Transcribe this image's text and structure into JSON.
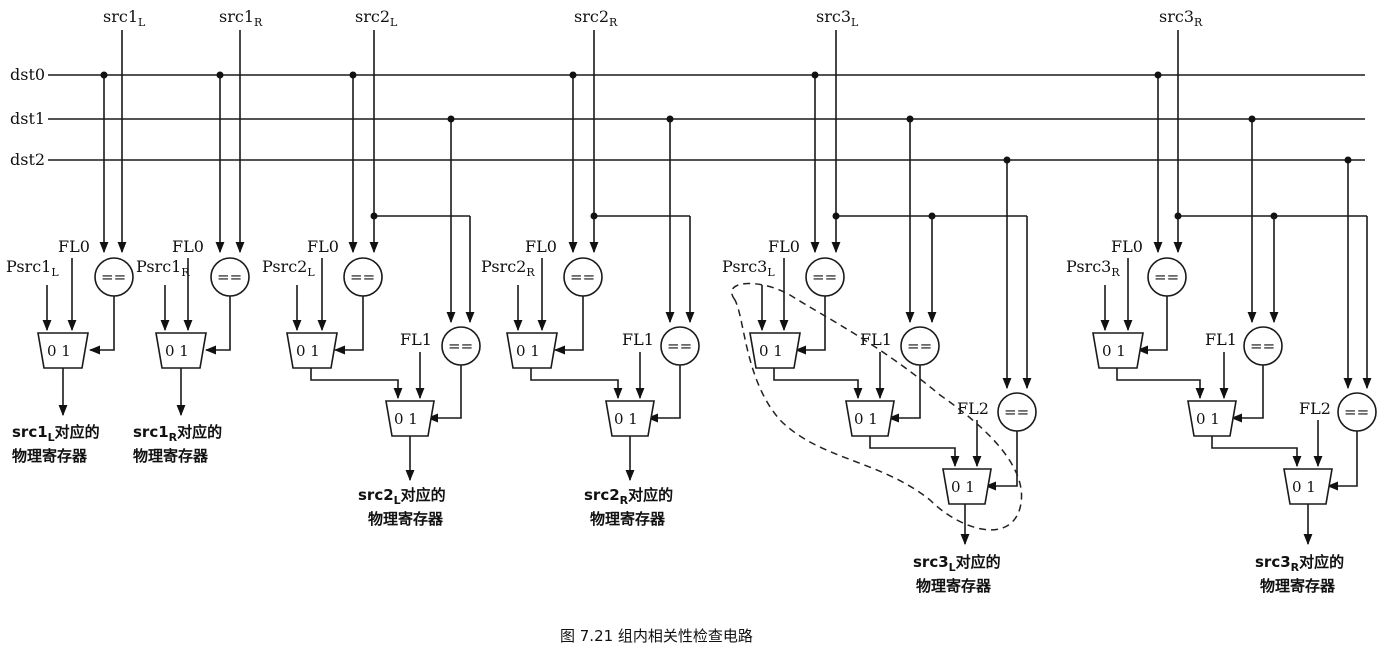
{
  "diagram": {
    "caption": "图 7.21   组内相关性检查电路",
    "dst_lines": [
      "dst0",
      "dst1",
      "dst2"
    ],
    "sources": [
      {
        "id": "src1L",
        "name_main": "src1",
        "name_sub": "L"
      },
      {
        "id": "src1R",
        "name_main": "src1",
        "name_sub": "R"
      },
      {
        "id": "src2L",
        "name_main": "src2",
        "name_sub": "L"
      },
      {
        "id": "src2R",
        "name_main": "src2",
        "name_sub": "R"
      },
      {
        "id": "src3L",
        "name_main": "src3",
        "name_sub": "L"
      },
      {
        "id": "src3R",
        "name_main": "src3",
        "name_sub": "R"
      }
    ],
    "psrc": [
      {
        "main": "Psrc1",
        "sub": "L"
      },
      {
        "main": "Psrc1",
        "sub": "R"
      },
      {
        "main": "Psrc2",
        "sub": "L"
      },
      {
        "main": "Psrc2",
        "sub": "R"
      },
      {
        "main": "Psrc3",
        "sub": "L"
      },
      {
        "main": "Psrc3",
        "sub": "R"
      }
    ],
    "free_list_labels": [
      "FL0",
      "FL1",
      "FL2"
    ],
    "mux_text": "0 1",
    "comparator_text": "==",
    "outputs": [
      {
        "main": "src1",
        "sub": "L",
        "line1_suffix": "对应的",
        "line2": "物理寄存器"
      },
      {
        "main": "src1",
        "sub": "R",
        "line1_suffix": "对应的",
        "line2": "物理寄存器"
      },
      {
        "main": "src2",
        "sub": "L",
        "line1_suffix": "对应的",
        "line2": "物理寄存器"
      },
      {
        "main": "src2",
        "sub": "R",
        "line1_suffix": "对应的",
        "line2": "物理寄存器"
      },
      {
        "main": "src3",
        "sub": "L",
        "line1_suffix": "对应的",
        "line2": "物理寄存器"
      },
      {
        "main": "src3",
        "sub": "R",
        "line1_suffix": "对应的",
        "line2": "物理寄存器"
      }
    ]
  }
}
